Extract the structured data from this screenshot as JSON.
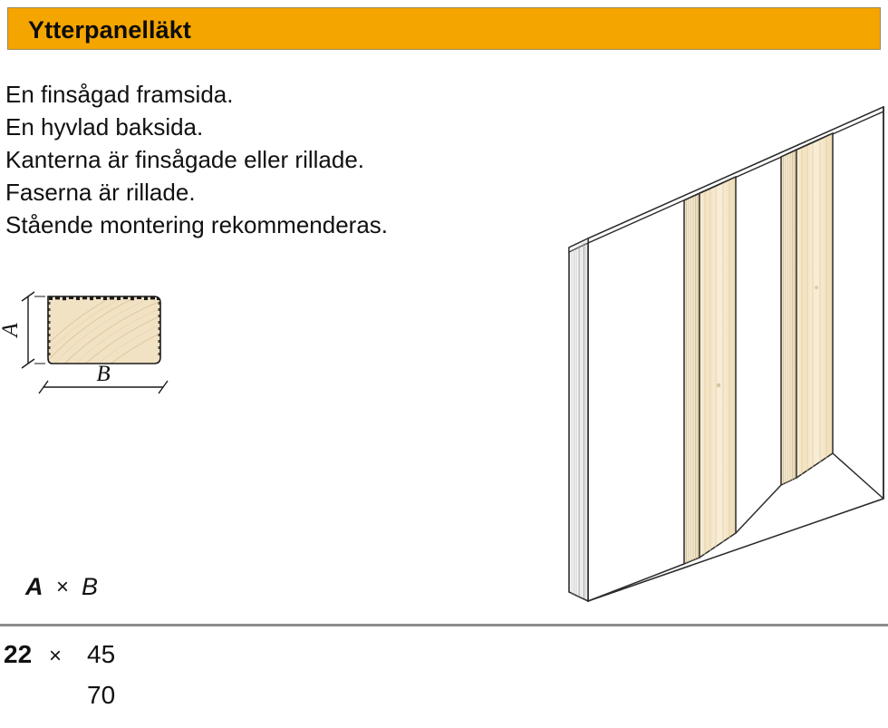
{
  "header": {
    "title": "Ytterpanelläkt",
    "background_color": "#f5a500",
    "text_color": "#0d0d0d"
  },
  "description": {
    "lines": [
      "En finsågad framsida.",
      "En hyvlad baksida.",
      "Kanterna är finsågade eller rillade.",
      "Faserna är rillade.",
      "Stående montering rekommenderas."
    ]
  },
  "cross_section": {
    "dimension_a_label": "A",
    "dimension_b_label": "B",
    "wood_fill_color": "#f2e2c4",
    "outline_color": "#1a1a1a"
  },
  "illustration": {
    "panel_fill_color": "#ffffff",
    "batten_fill_color": "#f6e9cb",
    "batten_face_color": "#f3e2c0",
    "outline_color": "#2b2b2b",
    "battens_count": 2
  },
  "table": {
    "header": {
      "a": "A",
      "times": "×",
      "b": "B"
    },
    "rows": [
      {
        "a": "22",
        "times": "×",
        "b": "45"
      },
      {
        "a": "",
        "times": "",
        "b": "70"
      }
    ],
    "divider_color": "#8c8c8c"
  }
}
